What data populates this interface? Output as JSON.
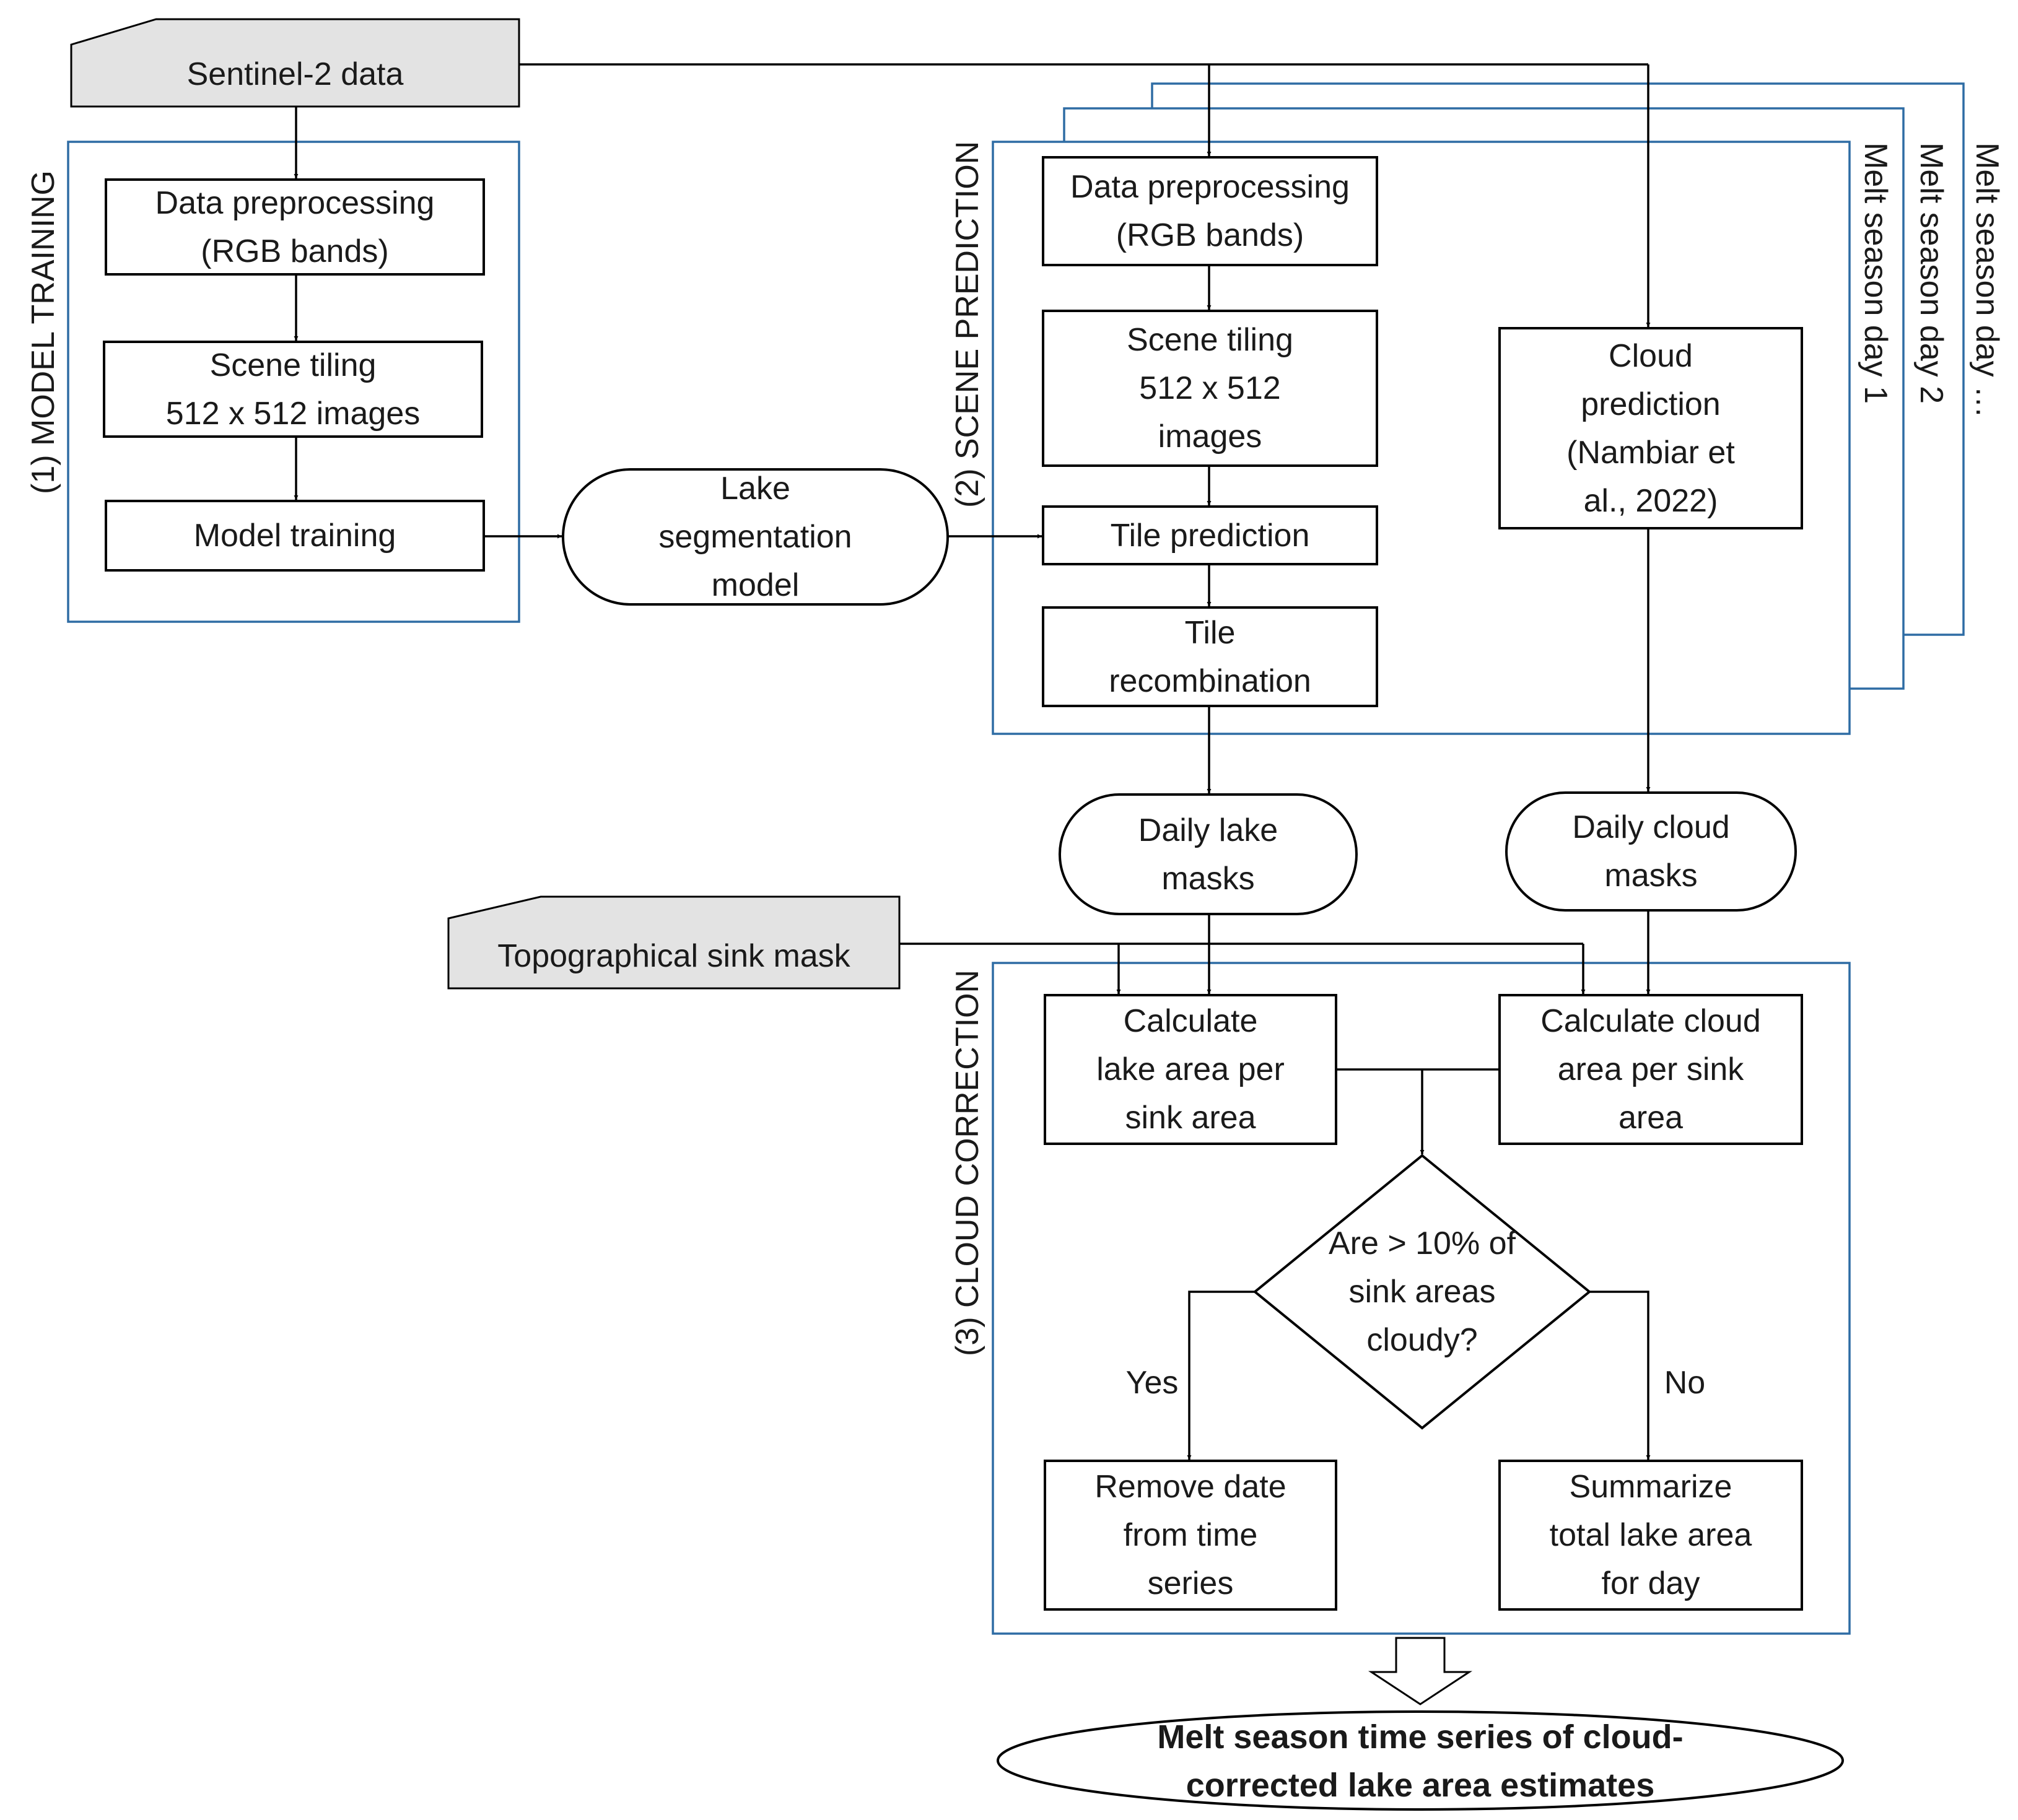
{
  "inputs": {
    "sentinel": "Sentinel-2 data",
    "sink_mask": "Topographical sink mask"
  },
  "sections": {
    "training": "(1) MODEL TRAINING",
    "prediction": "(2) SCENE PREDICTION",
    "correction": "(3) CLOUD CORRECTION"
  },
  "training": {
    "preprocess": "Data preprocessing\n(RGB bands)",
    "tiling": "Scene tiling\n512 x 512 images",
    "train": "Model  training"
  },
  "model": "Lake\nsegmentation\nmodel",
  "prediction": {
    "preprocess": "Data preprocessing\n(RGB bands)",
    "tiling": "Scene tiling\n512  x  512\nimages",
    "tile_pred": "Tile prediction",
    "recombine": "Tile\nrecombination",
    "cloud_pred": "Cloud\nprediction\n(Nambiar et\nal., 2022)"
  },
  "days": [
    "Melt season day 1",
    "Melt season day 2",
    "Melt season day …"
  ],
  "masks": {
    "lake": "Daily lake\nmasks",
    "cloud": "Daily cloud\nmasks"
  },
  "correction": {
    "lake_area": "Calculate\nlake area per\nsink area",
    "cloud_area": "Calculate cloud\narea per  sink\narea",
    "decision": "Are > 10% of\nsink areas\ncloudy?",
    "yes": "Yes",
    "no": "No",
    "remove": "Remove date\nfrom time\nseries",
    "summarize": "Summarize\ntotal lake area\nfor day"
  },
  "output": "Melt season time series of cloud-\ncorrected lake area estimates"
}
